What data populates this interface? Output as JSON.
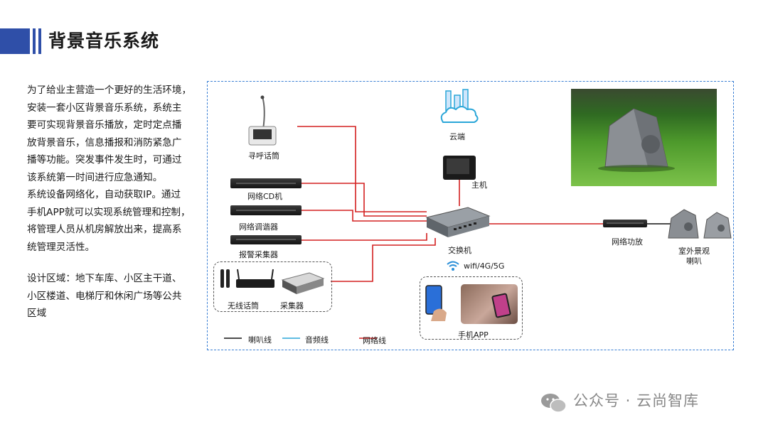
{
  "title": "背景音乐系统",
  "description": {
    "p1": [
      "为了给业主营造一个更好的生活环境，",
      "安装一套小区背景音乐系统，系统主",
      "要可实现背景音乐播放，定时定点播",
      "放背景音乐，信息播报和消防紧急广",
      "播等功能。突发事件发生时，可通过",
      "该系统第一时间进行应急通知。"
    ],
    "p2": [
      "系统设备网络化，自动获取IP。通过",
      "手机APP就可以实现系统管理和控制，",
      "将管理人员从机房解放出来，提高系",
      "统管理灵活性。"
    ],
    "p3": [
      "设计区域：地下车库、小区主干道、",
      "小区楼道、电梯厅和休闲广场等公共",
      "区域"
    ]
  },
  "diagram": {
    "devices": {
      "paging_mic": "寻呼话筒",
      "network_cd": "网络CD机",
      "network_tuner": "网络调谐器",
      "alarm_collector": "报警采集器",
      "wireless_mic": "无线话筒",
      "collector": "采集器",
      "cloud": "云端",
      "host": "主机",
      "switch": "交换机",
      "wireless": "wifi/4G/5G",
      "mobile_app": "手机APP",
      "network_amp": "网络功放",
      "outdoor_speaker": "室外景观\n喇叭"
    },
    "legend": {
      "speaker_line": "喇叭线",
      "audio_line": "音频线",
      "network_line": "网络线"
    },
    "colors": {
      "network_line": "#d42020",
      "speaker_line": "#111111",
      "audio_line": "#2aa6d8",
      "frame": "#3a7fd4",
      "accent": "#2f4fa8"
    }
  },
  "watermark": "公众号 · 云尚智库"
}
